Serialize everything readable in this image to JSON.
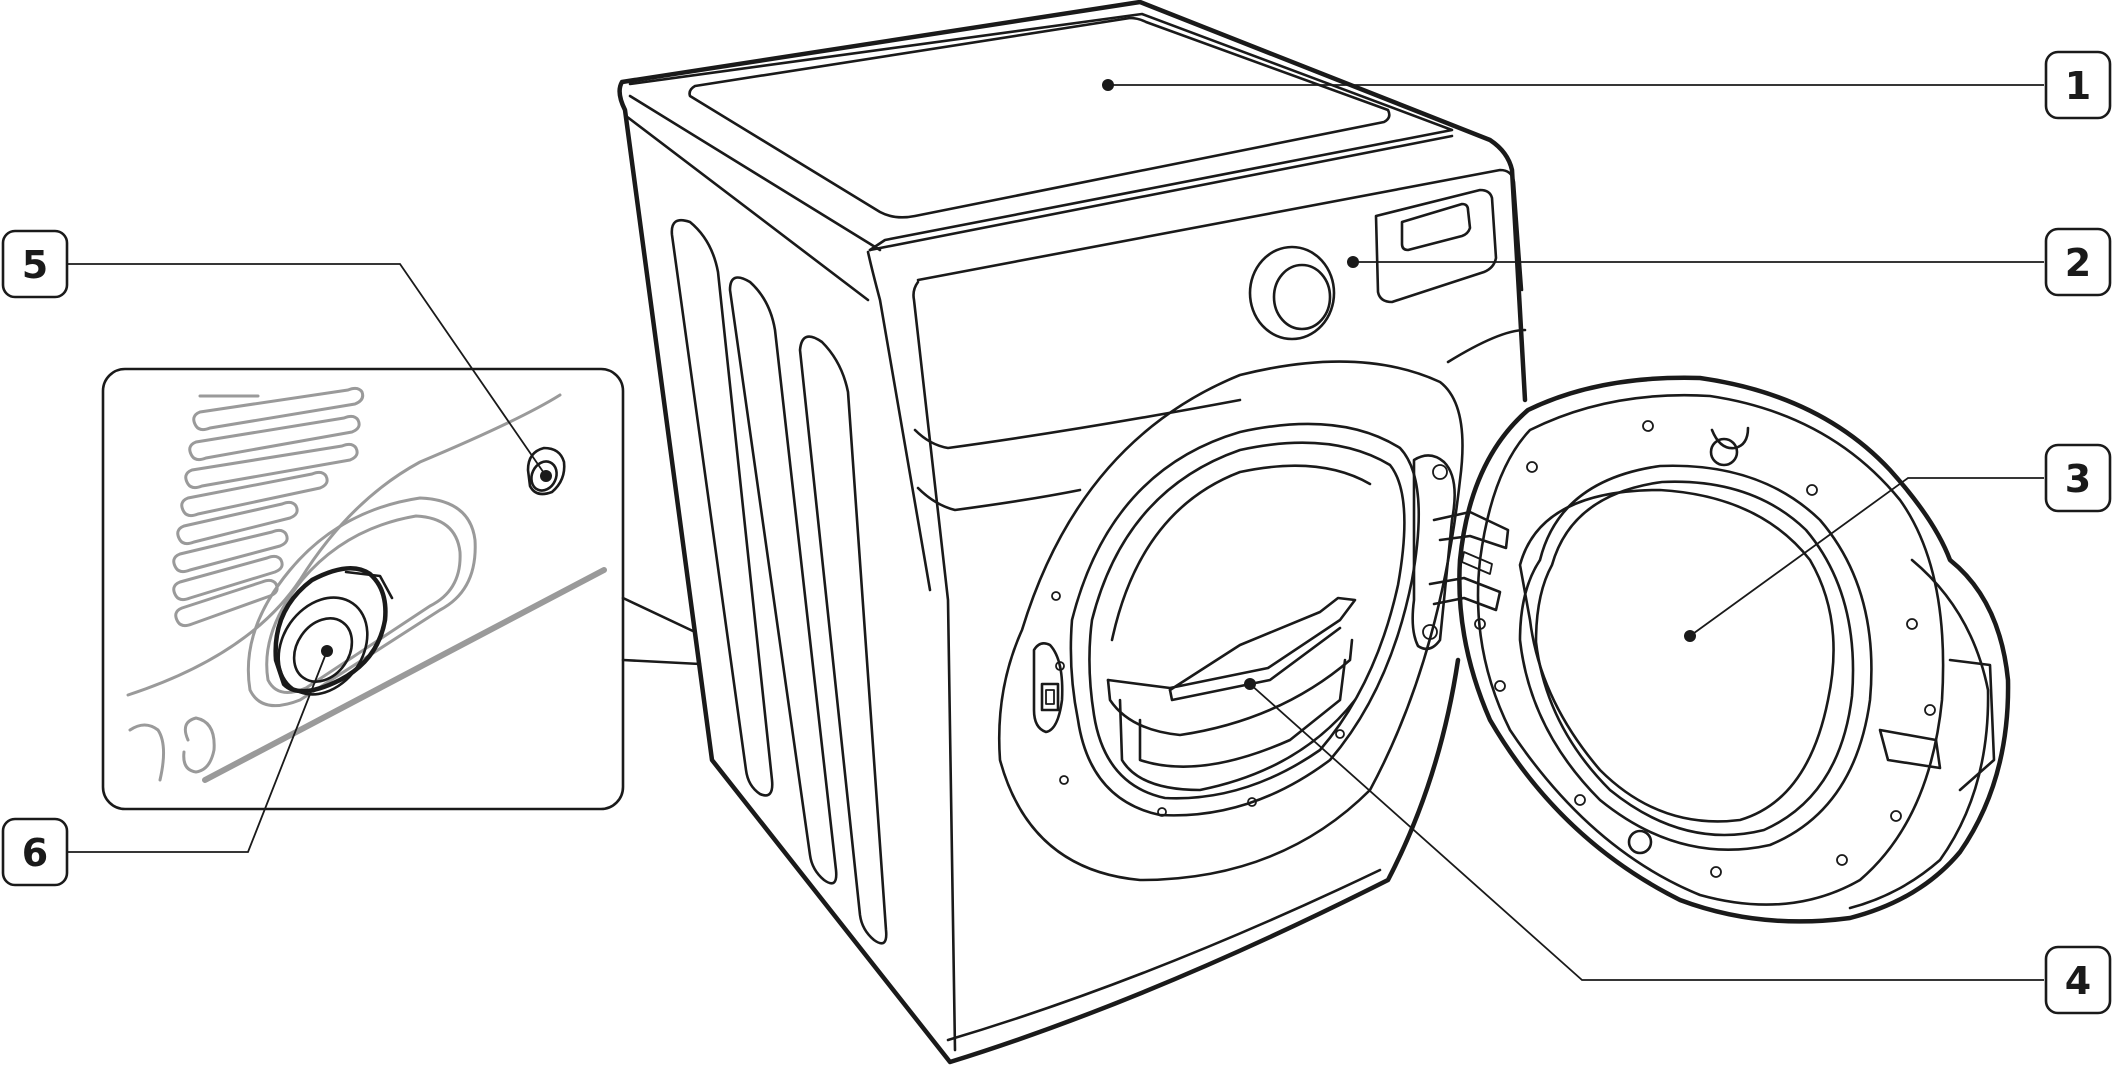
{
  "figure": {
    "callouts": [
      {
        "id": "1",
        "label": "1"
      },
      {
        "id": "2",
        "label": "2"
      },
      {
        "id": "3",
        "label": "3"
      },
      {
        "id": "4",
        "label": "4"
      },
      {
        "id": "5",
        "label": "5"
      },
      {
        "id": "6",
        "label": "6"
      }
    ],
    "colors": {
      "line": "#1a1a1a",
      "detail_line": "#9a9a9a",
      "background": "#ffffff"
    }
  }
}
